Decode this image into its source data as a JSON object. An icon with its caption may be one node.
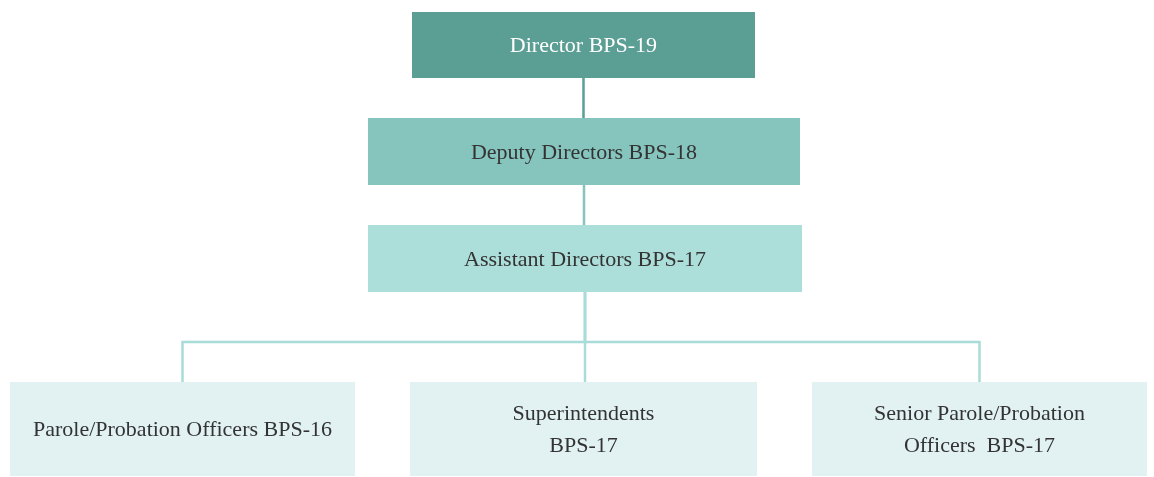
{
  "diagram": {
    "nodes": [
      {
        "text": [
          "Director BPS-19"
        ]
      },
      {
        "text": [
          "Deputy Directors BPS-18"
        ]
      },
      {
        "text": [
          "Assistant Directors BPS-17"
        ]
      },
      {
        "text": [
          "Parole/Probation Officers BPS-16"
        ]
      },
      {
        "text": [
          "Superintendents BPS-17"
        ]
      },
      {
        "text": [
          "Senior Parole/Probation Officers  BPS-17"
        ]
      }
    ],
    "edges": [
      {
        "from": 0,
        "to": 1,
        "arrow": "none",
        "color": "#5a9e94"
      },
      {
        "from": 1,
        "to": 2,
        "arrow": "none",
        "color": "#86c5bd"
      },
      {
        "from": 2,
        "to": 3,
        "arrow": "none"
      },
      {
        "from": 2,
        "to": 4,
        "arrow": "none"
      },
      {
        "from": 2,
        "to": 5,
        "arrow": "none"
      }
    ]
  }
}
